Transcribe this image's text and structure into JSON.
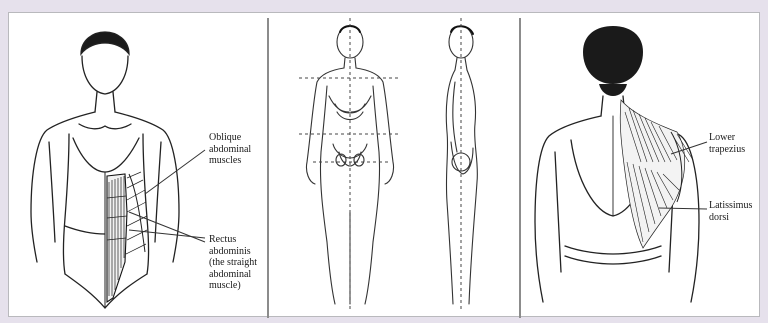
{
  "figure": {
    "panel1": {
      "label_oblique": "Oblique\nabdominal\nmuscles",
      "label_rectus": "Rectus\nabdominis\n(the straight\nabdominal\nmuscle)"
    },
    "panel3": {
      "label_trapezius": "Lower\ntrapezius",
      "label_latissimus": "Latissimus\ndorsi"
    }
  }
}
